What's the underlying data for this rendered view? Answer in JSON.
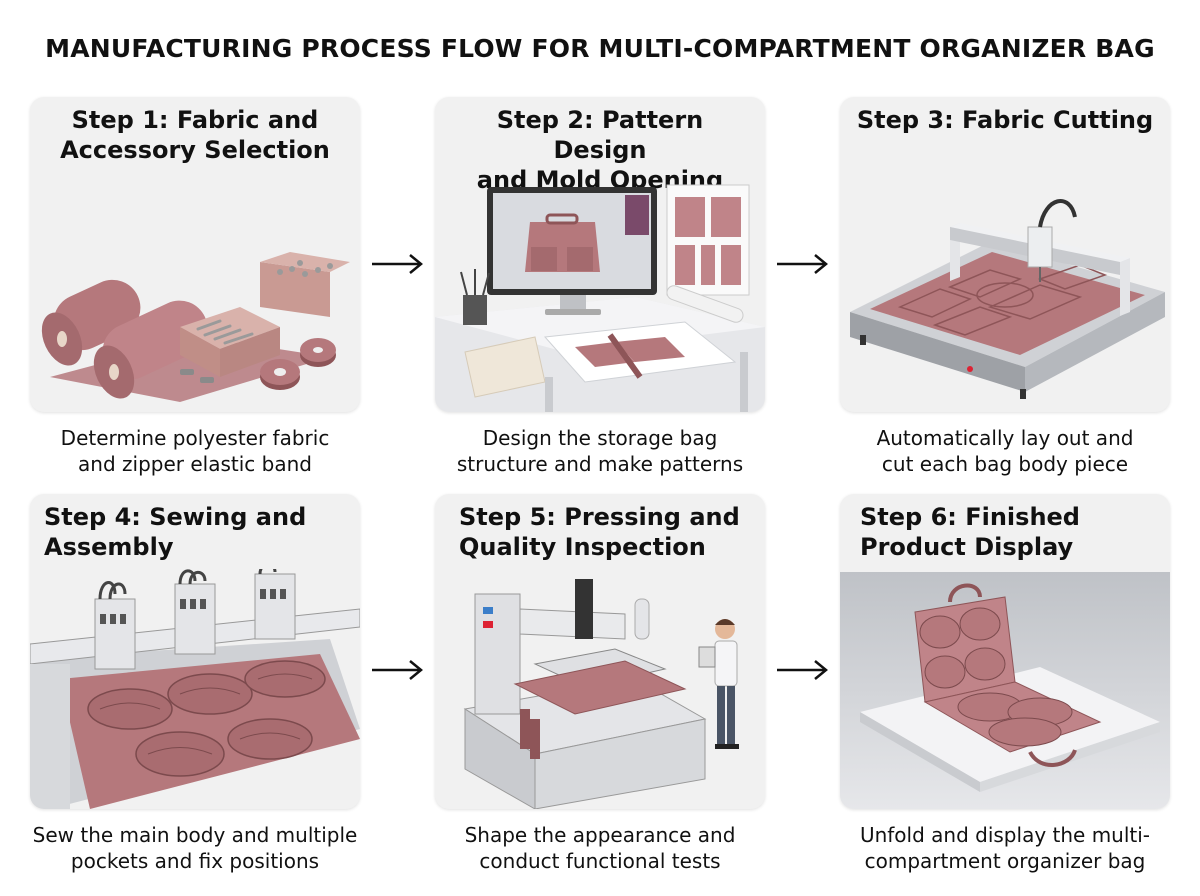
{
  "title": "MANUFACTURING PROCESS FLOW FOR MULTI-COMPARTMENT ORGANIZER BAG",
  "colors": {
    "fabric": "#b5787c",
    "fabric_dark": "#8e5558",
    "machine": "#dcdde0",
    "card_bg": "#f1f1f1"
  },
  "steps": [
    {
      "title_lines": [
        "Step 1: Fabric and",
        "Accessory Selection"
      ],
      "caption_lines": [
        "Determine polyester fabric",
        "and zipper elastic band"
      ]
    },
    {
      "title_lines": [
        "Step 2: Pattern Design",
        "and Mold Opening"
      ],
      "caption_lines": [
        "Design the storage bag",
        "structure and make patterns"
      ]
    },
    {
      "title_lines": [
        "Step 3: Fabric Cutting"
      ],
      "caption_lines": [
        "Automatically lay out and",
        "cut each bag body piece"
      ]
    },
    {
      "title_lines": [
        "Step 4: Sewing and",
        "Assembly"
      ],
      "caption_lines": [
        "Sew the main body and multiple",
        "pockets and fix positions"
      ]
    },
    {
      "title_lines": [
        "Step 5: Pressing and",
        "Quality Inspection"
      ],
      "caption_lines": [
        "Shape the appearance and",
        "conduct functional tests"
      ]
    },
    {
      "title_lines": [
        "Step 6: Finished",
        "Product Display"
      ],
      "caption_lines": [
        "Unfold and display the multi-",
        "compartment organizer bag"
      ]
    }
  ]
}
